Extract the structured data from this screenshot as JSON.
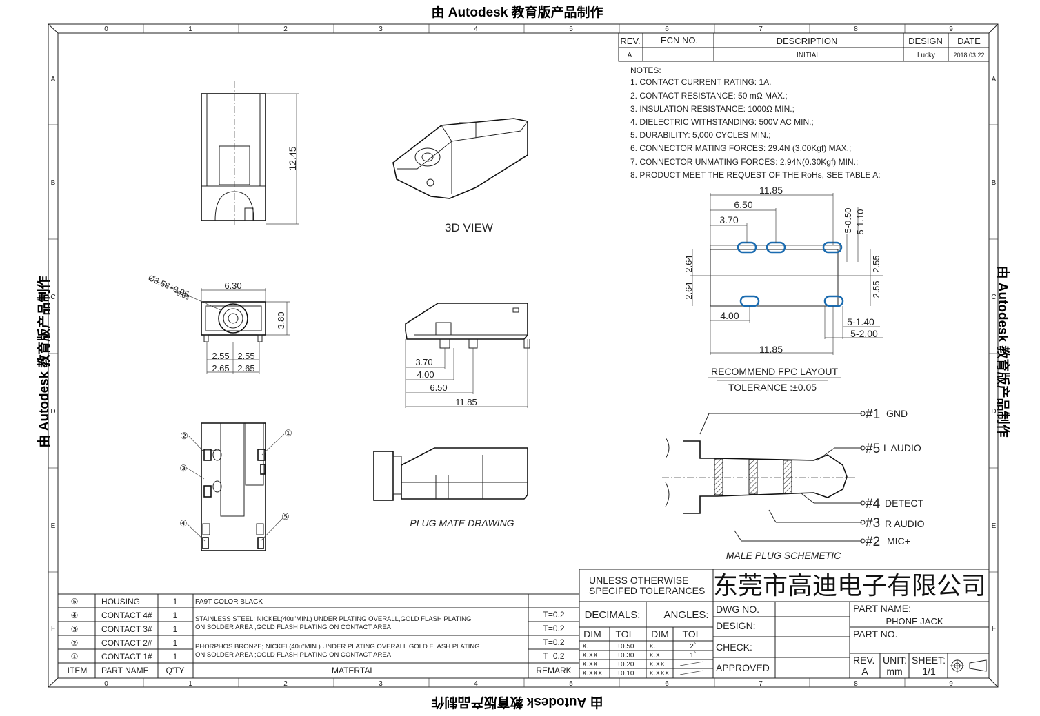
{
  "watermark": "由 Autodesk 教育版产品制作",
  "zone_numbers": [
    "0",
    "1",
    "2",
    "3",
    "4",
    "5",
    "6",
    "7",
    "8",
    "9"
  ],
  "zone_letters": [
    "A",
    "B",
    "C",
    "D",
    "E",
    "F"
  ],
  "revision": {
    "headers": [
      "REV.",
      "ECN NO.",
      "DESCRIPTION",
      "DESIGN",
      "DATE"
    ],
    "row": {
      "rev": "A",
      "ecn": "",
      "description": "INITIAL",
      "design": "Lucky",
      "date": "2018.03.22"
    }
  },
  "notes": {
    "title": "NOTES:",
    "items": [
      "1. CONTACT CURRENT RATING: 1A.",
      "2. CONTACT RESISTANCE: 50 mΩ MAX.;",
      "3. INSULATION RESISTANCE: 1000Ω MIN.;",
      "4. DIELECTRIC WITHSTANDING: 500V AC MIN.;",
      "5. DURABILITY: 5,000 CYCLES MIN.;",
      "6. CONNECTOR MATING FORCES: 29.4N (3.00Kgf) MAX.;",
      "7. CONNECTOR UNMATING FORCES: 2.94N(0.30Kgf) MIN.;",
      "8. PRODUCT MEET THE REQUEST OF THE RoHs, SEE TABLE A:"
    ]
  },
  "views": {
    "view3d": "3D VIEW",
    "plug_mate": "PLUG MATE DRAWING",
    "male_plug": "MALE PLUG SCHEMETIC",
    "fpc_title": "RECOMMEND FPC LAYOUT",
    "fpc_tol": "TOLERANCE :±0.05"
  },
  "dims": {
    "height_top": "12.45",
    "diam": "Ø3.58+0.05",
    "diam_tol": "-0.03",
    "w630": "6.30",
    "h380": "3.80",
    "d255a": "2.55",
    "d255b": "2.55",
    "d265a": "2.65",
    "d265b": "2.65",
    "s370": "3.70",
    "s400": "4.00",
    "s650": "6.50",
    "s1185": "11.85",
    "f1185t": "11.85",
    "f650": "6.50",
    "f370": "3.70",
    "f050": "5-0.50",
    "f110": "5-1.10",
    "f264a": "2.64",
    "f264b": "2.64",
    "f255a": "2.55",
    "f255b": "2.55",
    "f400": "4.00",
    "f140": "5-1.40",
    "f200": "5-2.00",
    "f1185b": "11.85"
  },
  "pins": [
    {
      "num": "#1",
      "label": "GND"
    },
    {
      "num": "#5",
      "label": "L AUDIO"
    },
    {
      "num": "#4",
      "label": "DETECT"
    },
    {
      "num": "#3",
      "label": "R AUDIO"
    },
    {
      "num": "#2",
      "label": "MIC+"
    }
  ],
  "balloons": [
    "①",
    "②",
    "③",
    "④",
    "⑤"
  ],
  "bom": {
    "headers": {
      "item": "ITEM",
      "name": "PART NAME",
      "qty": "Q'TY",
      "material": "MATERTAL",
      "remark": "REMARK"
    },
    "rows": [
      {
        "item": "⑤",
        "name": "HOUSING",
        "qty": "1",
        "material": "PA9T COLOR BLACK",
        "remark": ""
      },
      {
        "item": "④",
        "name": "CONTACT 4#",
        "qty": "1",
        "material": "",
        "remark": "T=0.2"
      },
      {
        "item": "③",
        "name": "CONTACT 3#",
        "qty": "1",
        "material": "",
        "remark": "T=0.2"
      },
      {
        "item": "②",
        "name": "CONTACT 2#",
        "qty": "1",
        "material": "",
        "remark": "T=0.2"
      },
      {
        "item": "①",
        "name": "CONTACT 1#",
        "qty": "1",
        "material": "",
        "remark": "T=0.2"
      }
    ],
    "material_a1": "STAINLESS STEEL; NICKEL(40u\"MIN.) UNDER PLATING OVERALL,GOLD FLASH PLATING",
    "material_a2": "ON SOLDER AREA ;GOLD FLASH PLATING ON CONTACT AREA",
    "material_b1": "PHORPHOS BRONZE; NICKEL(40u\"MIN.) UNDER PLATING OVERALL,GOLD FLASH PLATING",
    "material_b2": "ON SOLDER AREA ;GOLD FLASH PLATING ON CONTACT AREA"
  },
  "tolerance": {
    "title1": "UNLESS OTHERWISE",
    "title2": "SPECIFED TOLERANCES",
    "decimals": "DECIMALS:",
    "angles": "ANGLES:",
    "dim": "DIM",
    "tol": "TOL",
    "rows": [
      {
        "dim": "X.",
        "tol": "±0.50",
        "adim": "X.",
        "atol": "±2˚"
      },
      {
        "dim": "X.XX",
        "tol": "±0.30",
        "adim": "X.X",
        "atol": "±1˚"
      },
      {
        "dim": "X.XX",
        "tol": "±0.20",
        "adim": "X.XX",
        "atol": ""
      },
      {
        "dim": "X.XXX",
        "tol": "±0.10",
        "adim": "X.XXX",
        "atol": ""
      }
    ]
  },
  "titleblock": {
    "company": "东莞市高迪电子有限公司",
    "dwg_no": "DWG NO.",
    "design": "DESIGN:",
    "check": "CHECK:",
    "approved": "APPROVED",
    "part_name_label": "PART NAME:",
    "part_name": "PHONE JACK",
    "part_no_label": "PART NO.",
    "rev_label": "REV.",
    "rev": "A",
    "unit_label": "UNIT:",
    "unit": "mm",
    "sheet_label": "SHEET:",
    "sheet": "1/1"
  }
}
